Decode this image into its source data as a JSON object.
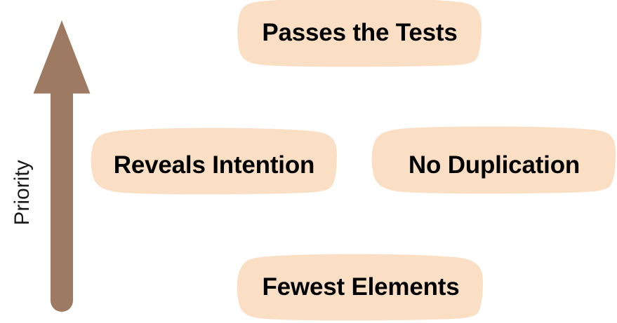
{
  "diagram": {
    "title": "Four Rules of Simple Design priority diagram",
    "background_color": "#ffffff",
    "axis": {
      "label": "Priority",
      "direction": "upward",
      "arrow_color": "#9d7a61",
      "label_color": "#1a1a1a",
      "label_rotation_degrees": -90
    },
    "blob_fill_color": "#fbdfc4",
    "blob_text_color": "#000000",
    "nodes": [
      {
        "id": "passes-the-tests",
        "label": "Passes the Tests",
        "priority_rank": 1,
        "row": "top"
      },
      {
        "id": "reveals-intention",
        "label": "Reveals Intention",
        "priority_rank": 2,
        "row": "middle-left"
      },
      {
        "id": "no-duplication",
        "label": "No Duplication",
        "priority_rank": 2,
        "row": "middle-right"
      },
      {
        "id": "fewest-elements",
        "label": "Fewest Elements",
        "priority_rank": 3,
        "row": "bottom"
      }
    ]
  }
}
